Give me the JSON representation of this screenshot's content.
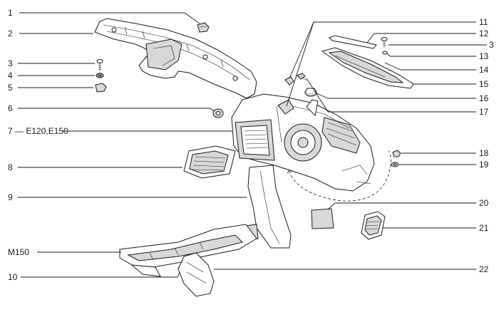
{
  "labels": {
    "l1": "1",
    "l2": "2",
    "l3": "3",
    "l4": "4",
    "l5": "5",
    "l6": "6",
    "l7": "7 — E120,E150",
    "l8": "8",
    "l9": "9",
    "lm150": "M150",
    "l10": "10",
    "l11": "11",
    "l12": "12",
    "l3r": "3",
    "l13": "13",
    "l14": "14",
    "l15": "15",
    "l16": "16",
    "l17": "17",
    "l18": "18",
    "l19": "19",
    "l20": "20",
    "l21": "21",
    "l22": "22"
  }
}
